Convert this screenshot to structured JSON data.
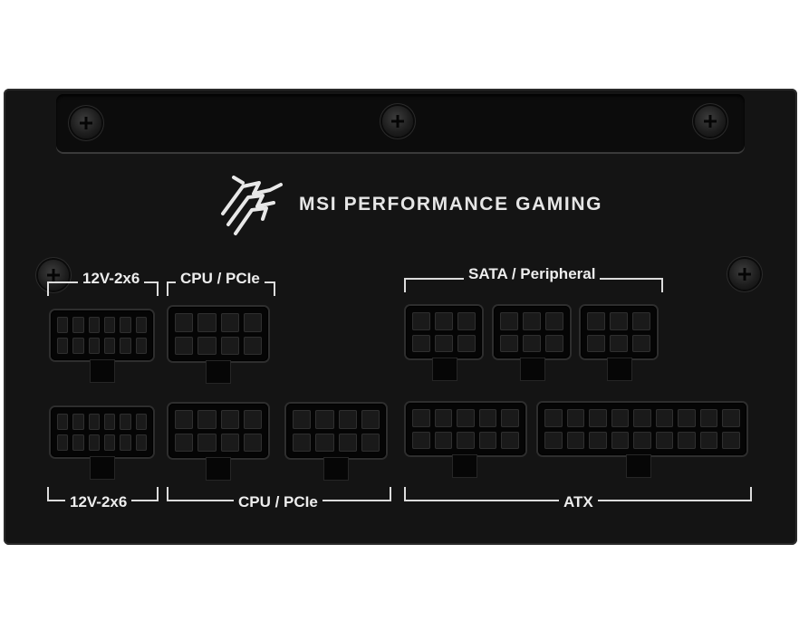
{
  "brand": {
    "text": "MSI PERFORMANCE GAMING",
    "logo_icon": "msi-gaming-dragon-logo-icon"
  },
  "labels": {
    "top_12v": "12V-2x6",
    "top_cpu_pcie": "CPU / PCIe",
    "top_sata": "SATA / Peripheral",
    "bottom_12v": "12V-2x6",
    "bottom_cpu_pcie": "CPU / PCIe",
    "bottom_atx": "ATX"
  },
  "colors": {
    "body": "#141414",
    "text": "#ededed",
    "port": "#050505"
  }
}
